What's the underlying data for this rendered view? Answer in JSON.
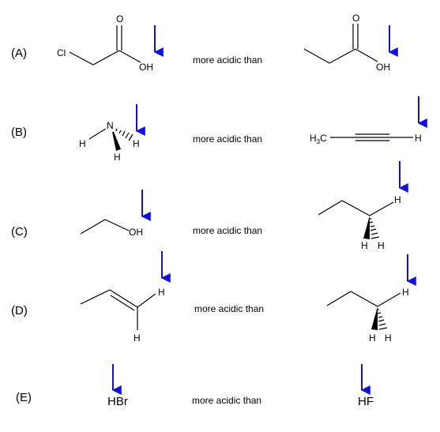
{
  "rows": [
    {
      "label": "(A)",
      "comparison": "more acidic than",
      "left": {
        "atoms": {
          "O_top": "O",
          "Cl": "Cl",
          "OH": "OH"
        }
      },
      "right": {
        "atoms": {
          "O_top": "O",
          "OH": "OH"
        }
      }
    },
    {
      "label": "(B)",
      "comparison": "more acidic than",
      "left": {
        "atoms": {
          "N": "N",
          "H1": "H",
          "H2": "H",
          "H3": "H"
        }
      },
      "right": {
        "atoms": {
          "H3C_H": "H",
          "H3C_3": "3",
          "H3C_C": "C",
          "H": "H"
        }
      }
    },
    {
      "label": "(C)",
      "comparison": "more acidic than",
      "left": {
        "atoms": {
          "OH": "OH"
        }
      },
      "right": {
        "atoms": {
          "H_top": "H",
          "H_a": "H",
          "H_b": "H"
        }
      }
    },
    {
      "label": "(D)",
      "comparison": "more acidic than",
      "left": {
        "atoms": {
          "H_top": "H",
          "H_bottom": "H"
        }
      },
      "right": {
        "atoms": {
          "H_top": "H",
          "H_a": "H",
          "H_b": "H"
        }
      }
    },
    {
      "label": "(E)",
      "comparison": "more acidic than",
      "left": {
        "formula": "HBr"
      },
      "right": {
        "formula": "HF"
      }
    }
  ],
  "colors": {
    "arrow": "#1010e0",
    "bond": "#000000"
  }
}
